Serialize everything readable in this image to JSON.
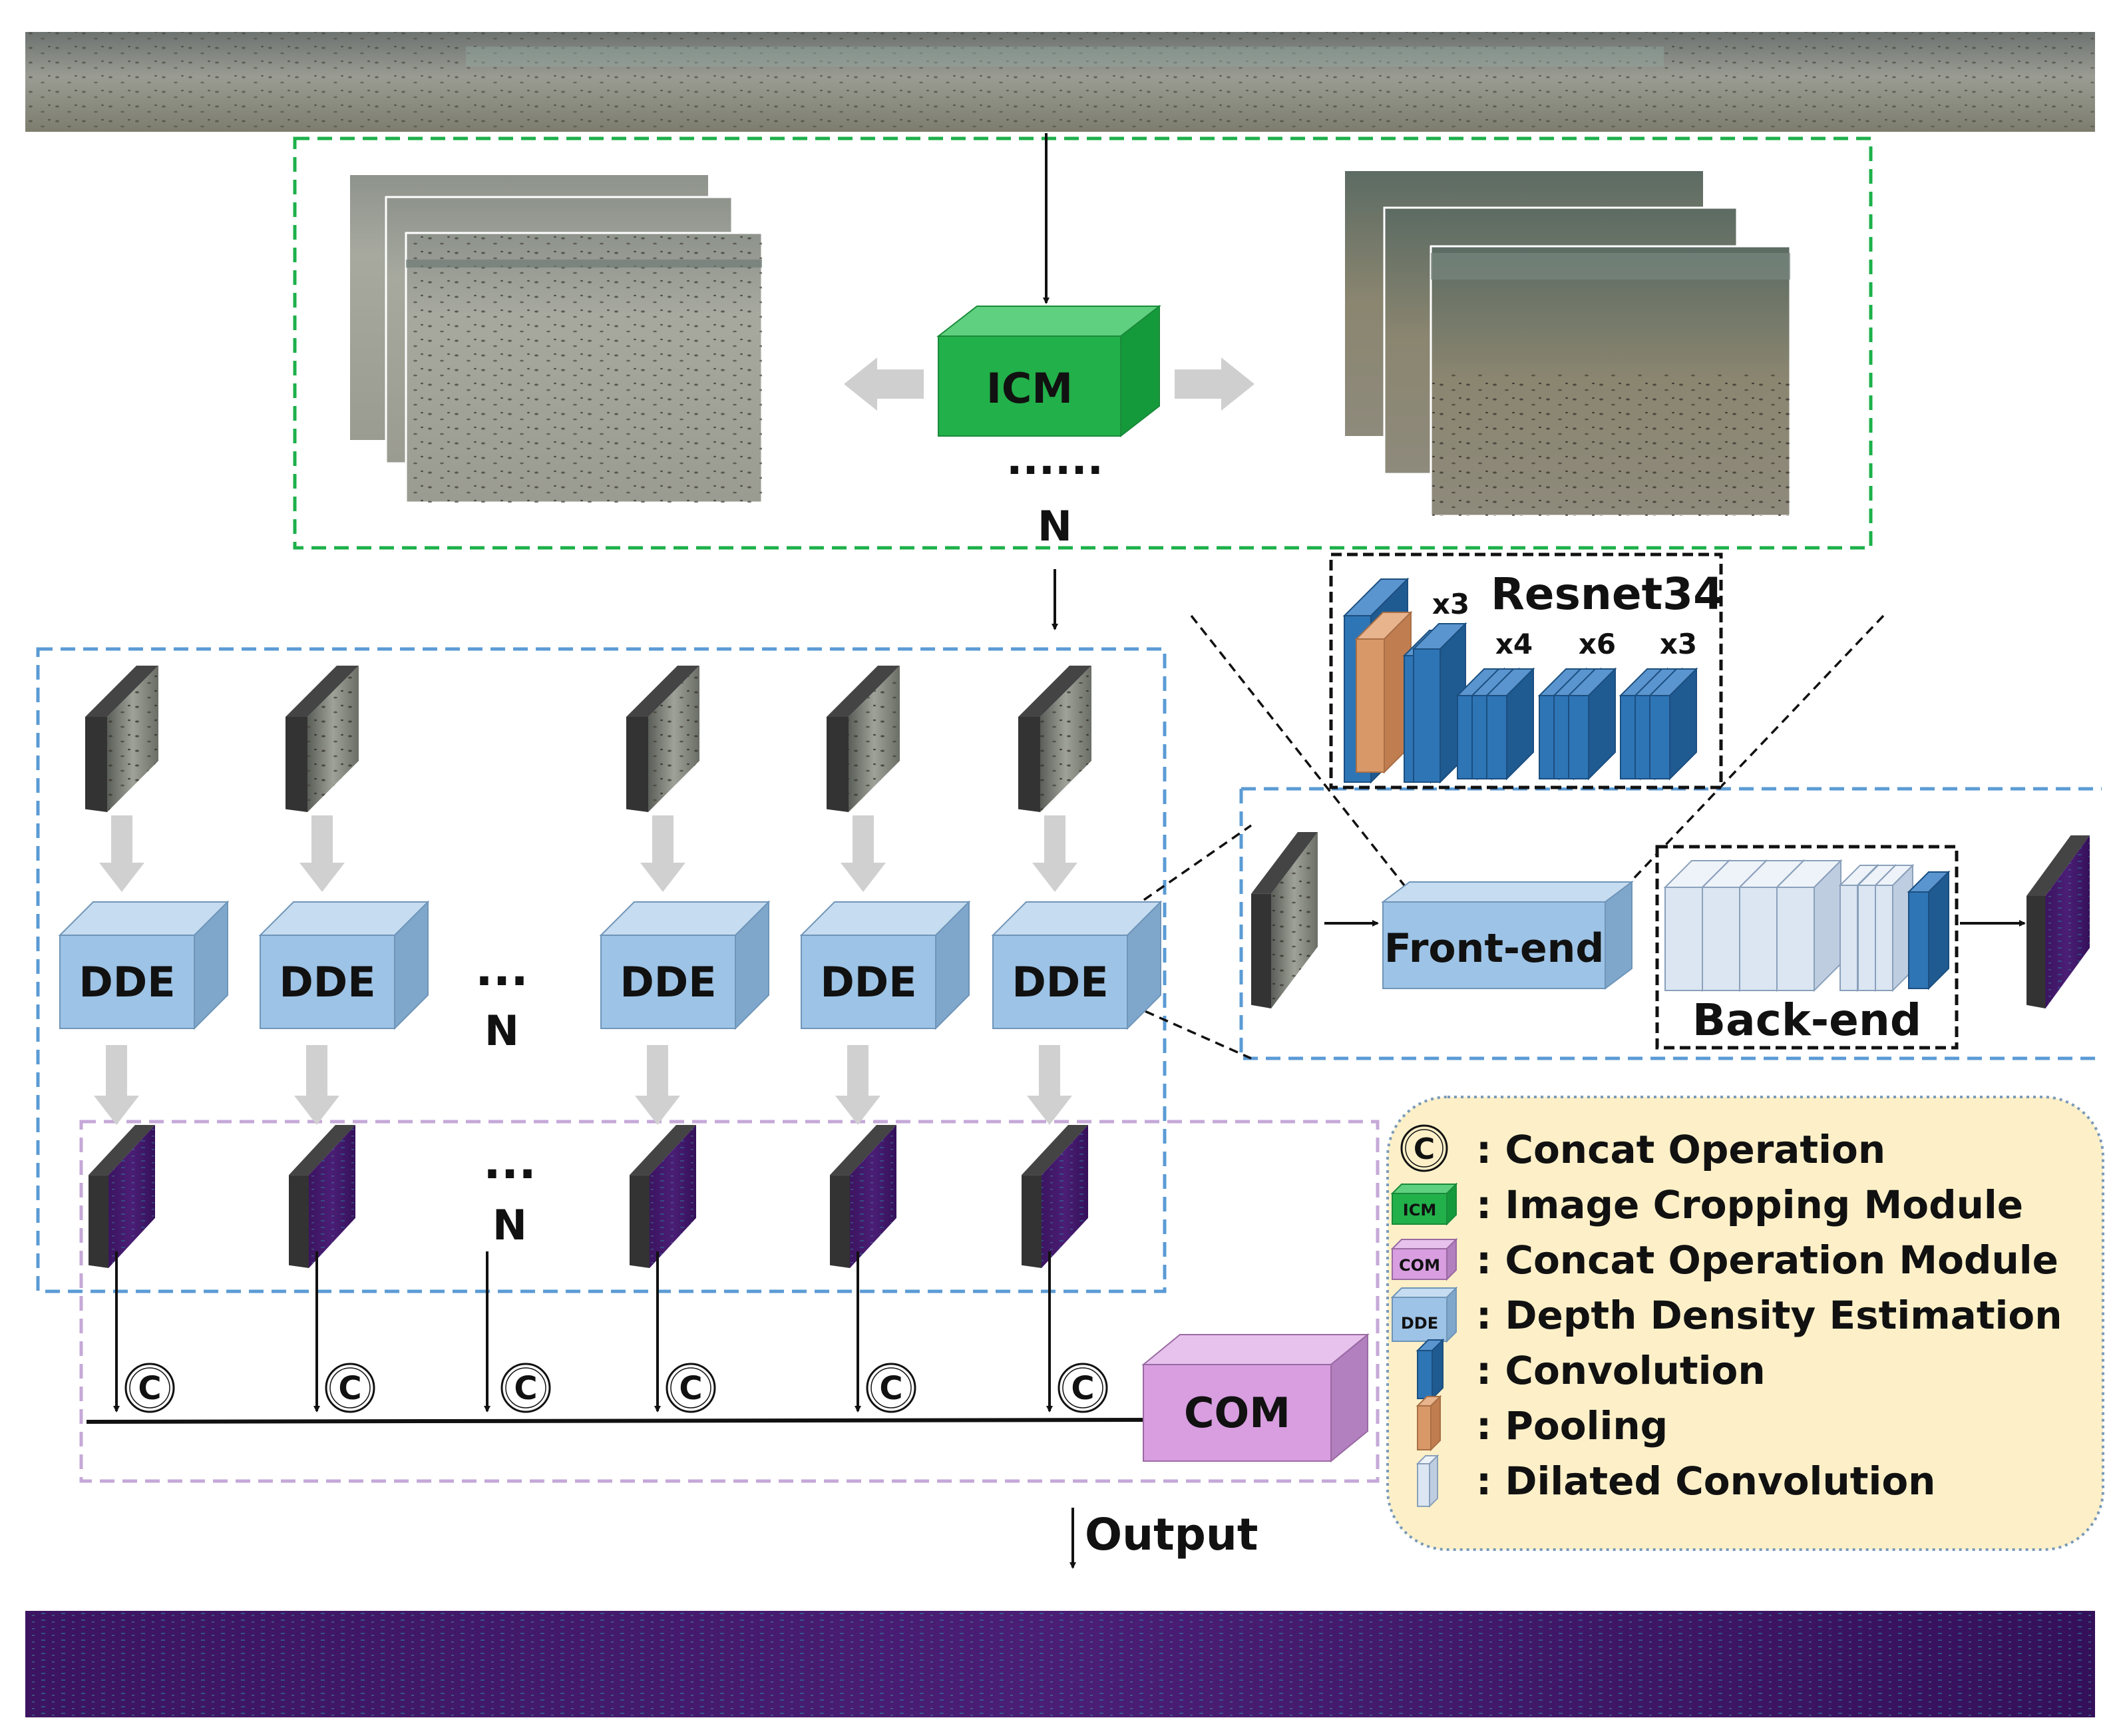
{
  "modules": {
    "icm": "ICM",
    "dde": "DDE",
    "com": "COM",
    "front_end": "Front-end",
    "back_end": "Back-end",
    "resnet": "Resnet34"
  },
  "marks": {
    "n": "N",
    "dots_six": "......",
    "dots_three": "...",
    "concat": "C",
    "output": "Output"
  },
  "resnet_blocks": [
    "x3",
    "x4",
    "x6",
    "x3"
  ],
  "legend": {
    "items": [
      {
        "icon": "concat-icon",
        "label": ": Concat Operation"
      },
      {
        "icon": "icm-icon",
        "badge": "ICM",
        "label": ": Image Cropping Module"
      },
      {
        "icon": "com-icon",
        "badge": "COM",
        "label": ": Concat Operation Module"
      },
      {
        "icon": "dde-icon",
        "badge": "DDE",
        "label": ": Depth Density Estimation"
      },
      {
        "icon": "convolution-icon",
        "label": ": Convolution"
      },
      {
        "icon": "pooling-icon",
        "label": ": Pooling"
      },
      {
        "icon": "dilated-convolution-icon",
        "label": ": Dilated Convolution"
      }
    ]
  },
  "colors": {
    "icm": "#22b04a",
    "dde": "#9dc3e6",
    "com": "#d89ee0",
    "conv": "#2e75b6",
    "pool": "#d99867",
    "dilated": "#dbe6f2",
    "green_frame": "#1db04a",
    "blue_frame": "#5b9bd5",
    "purple_frame": "#c5a8d8",
    "legend_bg": "#fdf0c8"
  }
}
